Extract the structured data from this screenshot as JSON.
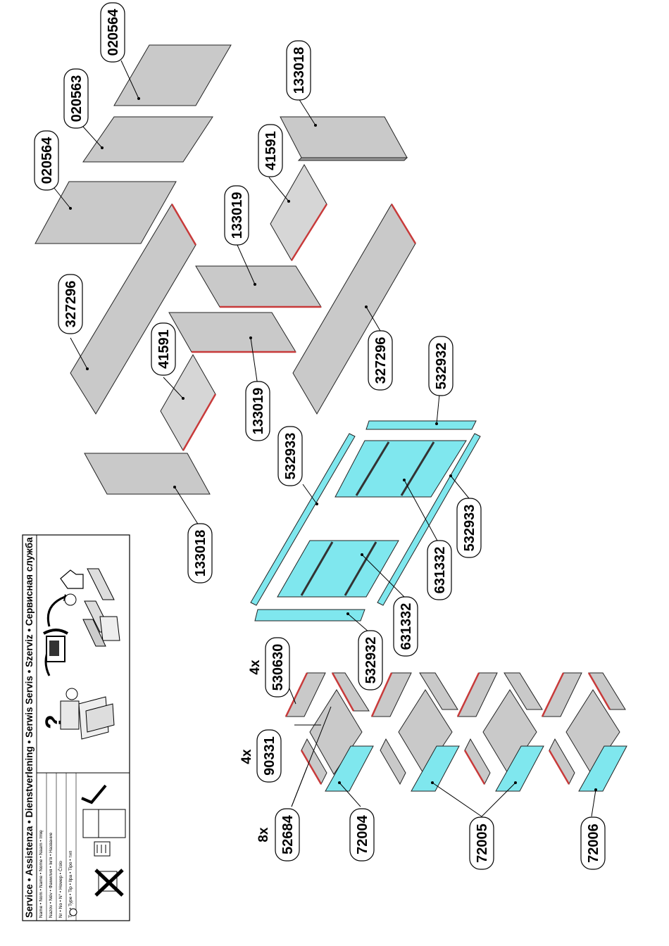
{
  "parts": [
    {
      "id": "p1",
      "code": "020564"
    },
    {
      "id": "p2",
      "code": "020563"
    },
    {
      "id": "p3",
      "code": "020564"
    },
    {
      "id": "p4",
      "code": "133018"
    },
    {
      "id": "p5",
      "code": "41591"
    },
    {
      "id": "p6",
      "code": "133019"
    },
    {
      "id": "p7",
      "code": "327296"
    },
    {
      "id": "p8",
      "code": "41591"
    },
    {
      "id": "p9",
      "code": "133019"
    },
    {
      "id": "p10",
      "code": "327296"
    },
    {
      "id": "p11",
      "code": "532932"
    },
    {
      "id": "p12",
      "code": "532933"
    },
    {
      "id": "p13",
      "code": "532933"
    },
    {
      "id": "p14",
      "code": "133018"
    },
    {
      "id": "p15",
      "code": "631332"
    },
    {
      "id": "p16",
      "code": "631332"
    },
    {
      "id": "p17",
      "code": "532932"
    },
    {
      "id": "p18",
      "code": "530630"
    },
    {
      "id": "p19",
      "code": "90331"
    },
    {
      "id": "p20",
      "code": "52684"
    },
    {
      "id": "p21",
      "code": "72004"
    },
    {
      "id": "p22",
      "code": "72005"
    },
    {
      "id": "p23",
      "code": "72006"
    }
  ],
  "quantities": {
    "q530630": "4x",
    "q90331": "4x",
    "q52684": "8x"
  },
  "service_box": {
    "title": "Service • Assistenza • Dienstverlening • Serwis Servis • Szerviz • Сервисная служба",
    "line1": "Name • Nom • Name • Nome • Naam • Imię",
    "line2": "Nazov • Név • Фамилия • Ім'я • Название",
    "line3": "Nr • No • N° • Номер • Číslo",
    "line4": "Typ • Type • Tip • Ilpa • Tipo • тип"
  }
}
